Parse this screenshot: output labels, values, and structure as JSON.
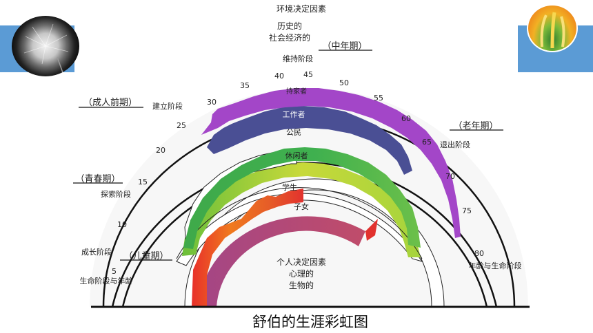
{
  "top_labels": {
    "env_factors": "环境决定因素",
    "historical_line1": "历史的",
    "historical_line2": "社会经济的",
    "maintenance_stage": "维持阶段"
  },
  "life_periods": {
    "middle_age": "（中年期）",
    "early_adult": "（成人前期）",
    "old_age": "（老年期）",
    "youth": "（青春期）",
    "childhood": "（儿童期）"
  },
  "stages": {
    "establishment": "建立阶段",
    "decline": "退出阶段",
    "exploration": "探索阶段",
    "growth": "成长阶段",
    "life_stages_and_age": "生命阶段与年龄",
    "age_and_life_stages": "年龄与生命阶段"
  },
  "ages": [
    "5",
    "10",
    "15",
    "20",
    "25",
    "30",
    "35",
    "40",
    "45",
    "50",
    "55",
    "60",
    "65",
    "70",
    "75",
    "80"
  ],
  "roles": {
    "homemaker": "持家者",
    "worker": "工作者",
    "citizen": "公民",
    "leisurite": "休闲者",
    "student": "学生",
    "child": "子女"
  },
  "bottom_labels": {
    "personal_factors": "个人决定因素",
    "psychological": "心理的",
    "biological": "生物的"
  },
  "caption": "舒伯的生涯彩虹图",
  "colors": {
    "band": "#5b9bd5",
    "homemaker": "#a346c8",
    "worker": "#4a4f94",
    "citizen": "#3fb04f",
    "leisurite": "#b8d53a",
    "student": "#f07a1e",
    "child": "#a44685"
  },
  "icons": {
    "left_photo": "dandelion-photo",
    "right_photo": "flower-photo"
  }
}
